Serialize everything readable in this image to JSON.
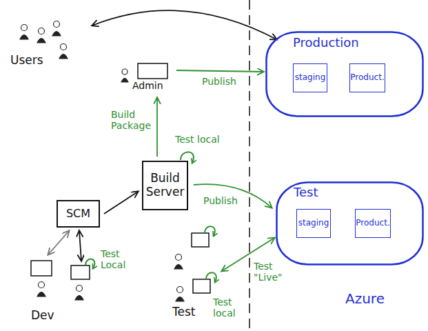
{
  "diagram": {
    "nodes": [
      {
        "text": [
          "Users"
        ]
      },
      {
        "text": [
          "Production"
        ]
      },
      {
        "text": [
          "staging"
        ],
        "in": 1
      },
      {
        "text": [
          "Product."
        ],
        "in": 1
      },
      {
        "text": [
          "Admin"
        ]
      },
      {
        "text": [
          "Build Server"
        ]
      },
      {
        "text": [
          "Test"
        ]
      },
      {
        "text": [
          "staging"
        ],
        "in": 6
      },
      {
        "text": [
          "Product."
        ],
        "in": 6
      },
      {
        "text": [
          "SCM"
        ]
      },
      {
        "text": [
          "Dev"
        ]
      },
      {
        "text": [
          "Test"
        ]
      }
    ],
    "edges": [
      {
        "from": 0,
        "to": 1,
        "arrow": "both"
      },
      {
        "from": 4,
        "to": 1,
        "label": "Publish",
        "arrow": "to"
      },
      {
        "from": 5,
        "to": 4,
        "label": "Build Package",
        "arrow": "to"
      },
      {
        "from": 5,
        "to": 6,
        "label": "Publish",
        "arrow": "to"
      },
      {
        "from": 9,
        "to": 5,
        "arrow": "to"
      },
      {
        "from": 10,
        "to": 9,
        "arrow": "both"
      },
      {
        "from": 10,
        "to": 9,
        "arrow": "both"
      },
      {
        "from": 11,
        "to": 6,
        "label": "Test \"Live\"",
        "arrow": "both"
      }
    ],
    "labels": [
      "Test local",
      "Test Local",
      "Test local",
      "Azure"
    ]
  }
}
